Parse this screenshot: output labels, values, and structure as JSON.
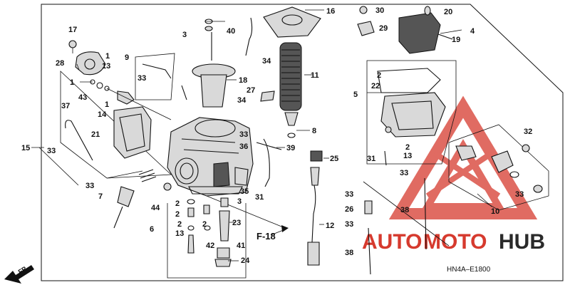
{
  "diagram": {
    "code": "HN4A–E1800",
    "section_ref": "F-18",
    "front_arrow": "FR.",
    "watermark": {
      "brand_part1": "AUTO",
      "brand_part2": "MOTO",
      "brand_part3": "HUB",
      "brand_color": "#d63a2e",
      "brand_dark": "#2a2a2a"
    },
    "callouts": {
      "c1a": "1",
      "c1b": "1",
      "c13a": "13",
      "c17": "17",
      "c28": "28",
      "c43": "43",
      "c1c": "1",
      "c9": "9",
      "c33a": "33",
      "c14": "14",
      "c21": "21",
      "c37": "37",
      "c15": "15",
      "c33b": "33",
      "c33c": "33",
      "c7": "7",
      "c3a": "3",
      "c40": "40",
      "c34a": "34",
      "c18": "18",
      "c16": "16",
      "c11": "11",
      "c27": "27",
      "c34b": "34",
      "c33d": "33",
      "c36": "36",
      "c39": "39",
      "c8": "8",
      "c25": "25",
      "c35": "35",
      "c31a": "31",
      "c3b": "3",
      "c44": "44",
      "c2a": "2",
      "c2b": "2",
      "c6": "6",
      "c2c": "2",
      "c13b": "13",
      "c2d": "2",
      "c23": "23",
      "c42": "42",
      "c41": "41",
      "c24": "24",
      "c12": "12",
      "c30": "30",
      "c29": "29",
      "c20": "20",
      "c4": "4",
      "c19": "19",
      "c5": "5",
      "c2e": "2",
      "c22": "22",
      "c2f": "2",
      "c13c": "13",
      "c31b": "31",
      "c32": "32",
      "c33e": "33",
      "c33f": "33",
      "c26": "26",
      "c33g": "33",
      "c38a": "38",
      "c38b": "38",
      "c10": "10",
      "c33h": "33"
    }
  }
}
